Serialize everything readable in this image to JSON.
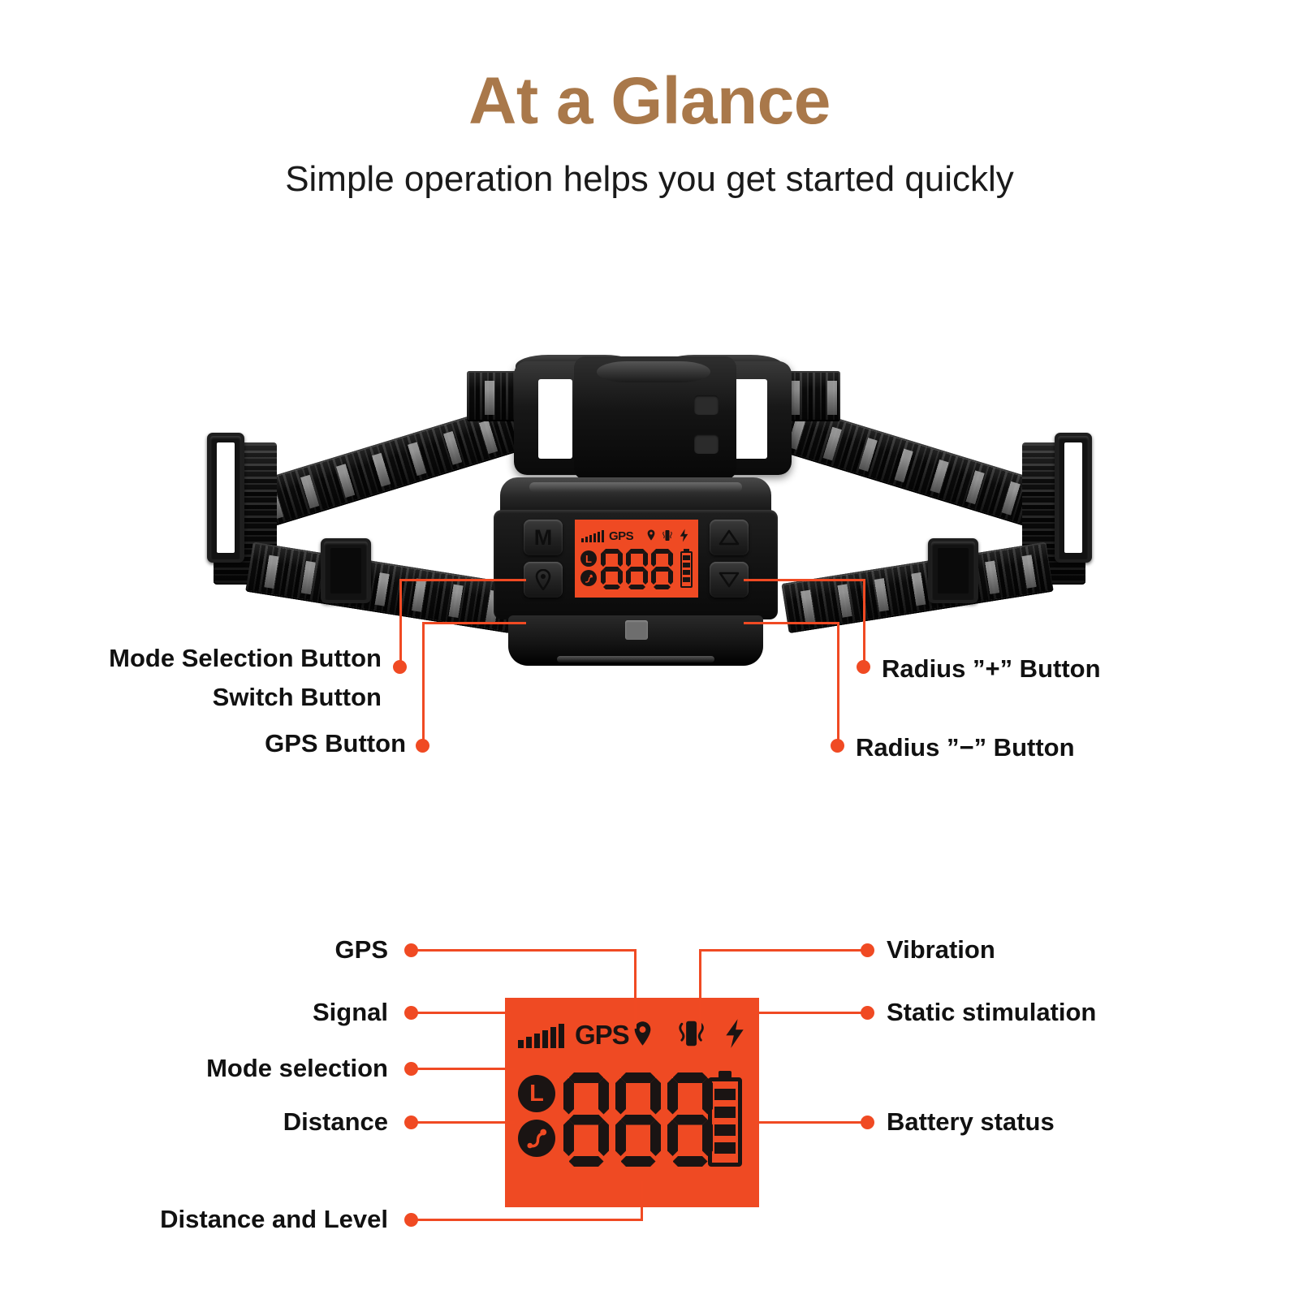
{
  "header": {
    "title": "At a Glance",
    "subtitle": "Simple operation helps you get started quickly",
    "title_color": "#a9784a"
  },
  "theme": {
    "accent": "#f04a23",
    "lcd_background": "#ef4a23",
    "lcd_ink": "#1a1413",
    "label_color": "#111111"
  },
  "device_section": {
    "labels_left": [
      {
        "text": "Mode Selection Button",
        "target": "m-button"
      },
      {
        "text": "Switch Button",
        "target": "m-button"
      },
      {
        "text": "GPS Button",
        "target": "gps-button"
      }
    ],
    "labels_right": [
      {
        "text": "Radius ”+” Button",
        "target": "up-button"
      },
      {
        "text": "Radius ”−” Button",
        "target": "down-button"
      }
    ],
    "buttons": {
      "mode": "M",
      "gps": "location-pin",
      "radius_plus": "triangle-up",
      "radius_minus": "triangle-down"
    }
  },
  "lcd": {
    "gps_text": "GPS",
    "signal_bars": 6,
    "digits": "888",
    "battery_bars": 4,
    "mode_badge": "L",
    "distance_badge": "route-pin",
    "icons": [
      "signal-icon",
      "gps-pin-icon",
      "vibration-icon",
      "lightning-icon",
      "battery-icon"
    ]
  },
  "display_section": {
    "labels_left": [
      {
        "text": "GPS",
        "target": "gps-pin-icon"
      },
      {
        "text": "Signal",
        "target": "signal-icon"
      },
      {
        "text": "Mode selection",
        "target": "mode-badge"
      },
      {
        "text": "Distance",
        "target": "distance-badge"
      },
      {
        "text": "Distance and Level",
        "target": "seven-segment-digits"
      }
    ],
    "labels_right": [
      {
        "text": "Vibration",
        "target": "vibration-icon"
      },
      {
        "text": "Static stimulation",
        "target": "lightning-icon"
      },
      {
        "text": "Battery status",
        "target": "battery-icon"
      }
    ]
  }
}
